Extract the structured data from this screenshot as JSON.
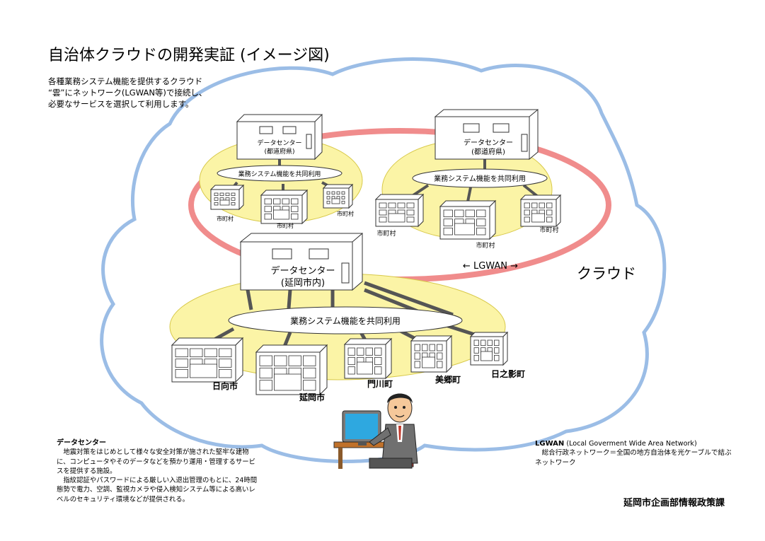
{
  "title": "自治体クラウドの開発実証 (イメージ図)",
  "intro": {
    "lines": [
      "各種業務システム機能を提供するクラウド",
      "“雲”にネットワーク(LGWAN等)で接続し、",
      "必要なサービスを選択して利用します。"
    ]
  },
  "cloud_label": "クラウド",
  "lgwan_arrow_label": "← LGWAN →",
  "datacenters": {
    "left": {
      "line1": "データセンター",
      "line2": "(都道府県)",
      "shared": "業務システム機能を共同利用",
      "towns": [
        "市町村",
        "市町村",
        "市町村"
      ]
    },
    "right": {
      "line1": "データセンター",
      "line2": "(都道府県)",
      "shared": "業務システム機能を共同利用",
      "towns": [
        "市町村",
        "市町村",
        "市町村"
      ]
    },
    "main": {
      "line1": "データセンター",
      "line2": "(延岡市内)",
      "shared": "業務システム機能を共同利用",
      "towns": [
        "日向市",
        "延岡市",
        "門川町",
        "美郷町",
        "日之影町"
      ]
    }
  },
  "notes": {
    "datacenter": {
      "title": "データセンター",
      "p1": "地震対策をはじめとして様々な安全対策が施された堅牢な建物に、コンピュータやそのデータなどを預かり運用・管理するサービスを提供する施設。",
      "p2": "指紋認証やパスワードによる厳しい入退出管理のもとに、24時間態勢で電力、空調、監視カメラや侵入検知システム等による高いレベルのセキュリティ環境などが提供される。"
    },
    "lgwan": {
      "title": "LGWAN",
      "title_suffix": " (Local Goverment Wide Area Network)",
      "body": "総合行政ネットワーク＝全国の地方自治体を光ケーブルで結ぶネットワーク"
    }
  },
  "footer": "延岡市企画部情報政策課",
  "colors": {
    "ring": "#f08c8c",
    "ellipse_fill": "#fbf4a6",
    "ellipse_stroke": "#d8c94a",
    "cloud_outline": "#9bbde6",
    "line": "#555555"
  }
}
